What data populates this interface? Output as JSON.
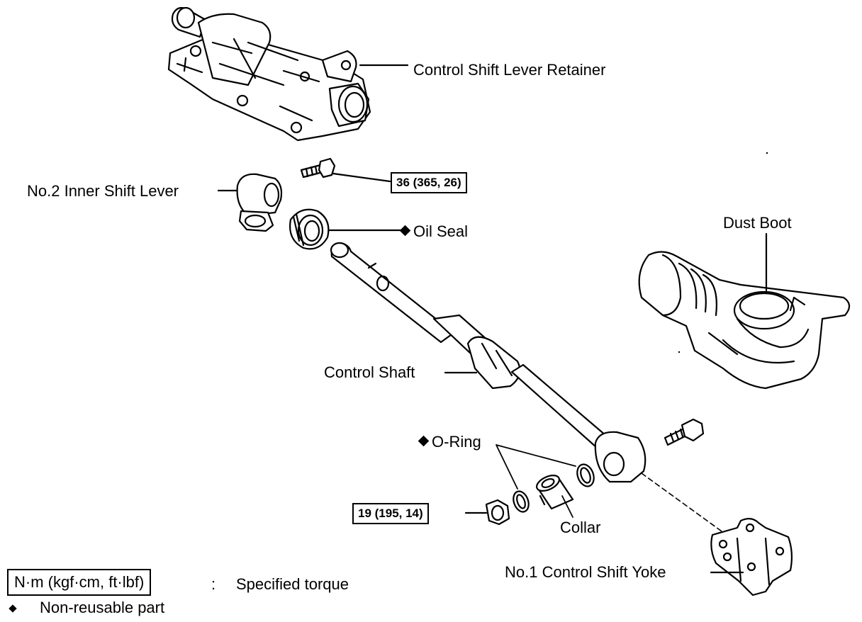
{
  "labels": {
    "retainer": "Control Shift Lever Retainer",
    "inner_lever": "No.2 Inner Shift Lever",
    "oil_seal": "Oil Seal",
    "dust_boot": "Dust Boot",
    "control_shaft": "Control Shaft",
    "o_ring": "O-Ring",
    "collar": "Collar",
    "yoke": "No.1 Control Shift Yoke"
  },
  "torque": {
    "upper": "36 (365, 26)",
    "lower": "19 (195, 14)"
  },
  "legend": {
    "unit": "N·m (kgf·cm, ft·lbf)",
    "colon": ":",
    "torque_desc": "Specified torque",
    "non_reusable": "Non-reusable part"
  }
}
